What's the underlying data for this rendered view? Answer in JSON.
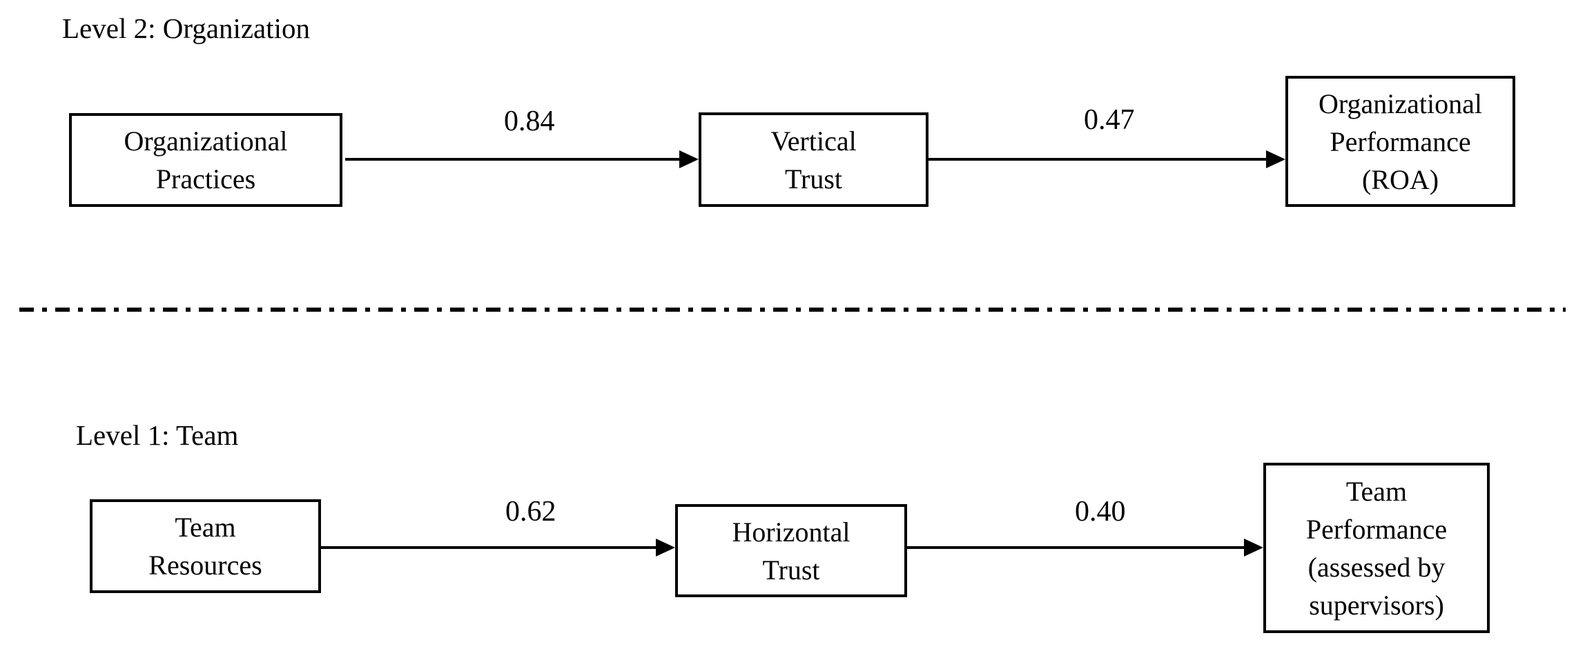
{
  "level2": {
    "label": "Level 2: Organization",
    "nodes": {
      "practices": {
        "lines": [
          "Organizational",
          "Practices"
        ]
      },
      "vertical_trust": {
        "lines": [
          "Vertical",
          "Trust"
        ]
      },
      "performance": {
        "lines": [
          "Organizational",
          "Performance",
          "(ROA)"
        ]
      }
    },
    "coefficients": {
      "practices_to_trust": "0.84",
      "trust_to_performance": "0.47"
    }
  },
  "level1": {
    "label": "Level 1: Team",
    "nodes": {
      "resources": {
        "lines": [
          "Team",
          "Resources"
        ]
      },
      "horizontal_trust": {
        "lines": [
          "Horizontal",
          "Trust"
        ]
      },
      "performance": {
        "lines": [
          "Team",
          "Performance",
          "(assessed by",
          "supervisors)"
        ]
      }
    },
    "coefficients": {
      "resources_to_trust": "0.62",
      "trust_to_performance": "0.40"
    }
  },
  "colors": {
    "line": "#000000",
    "text": "#000000",
    "background": "#ffffff"
  }
}
